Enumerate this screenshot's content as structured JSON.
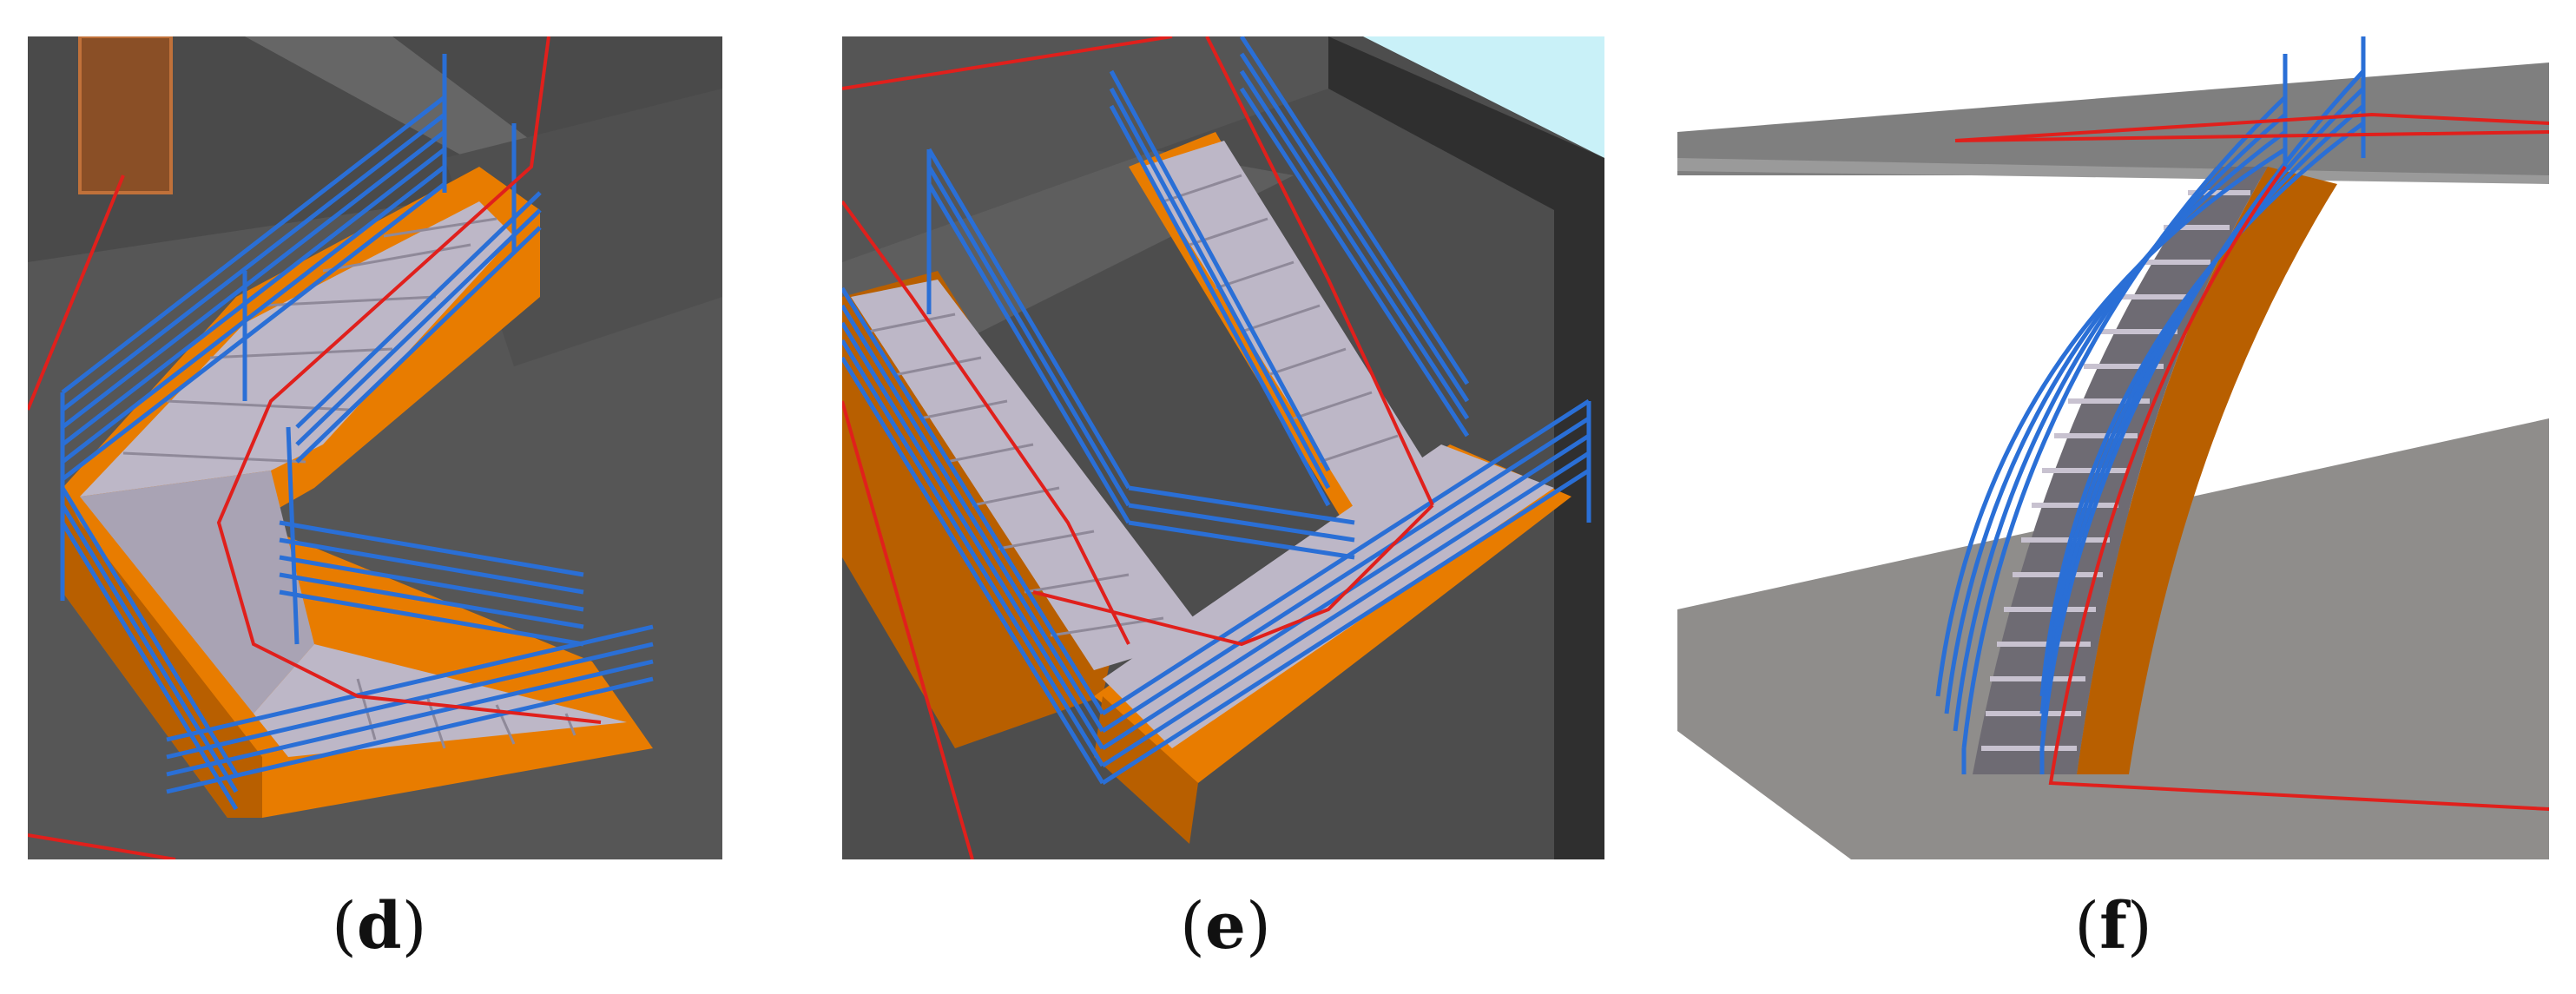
{
  "figure": {
    "colors": {
      "rail": "#2a6fd6",
      "stringer": "#e87c00",
      "stringer_dark": "#b85f00",
      "tread": "#bdb7c7",
      "tread_dark": "#9b95a6",
      "floor": "#5a5a5a",
      "floor_dark": "#3a3a3a",
      "path": "#e0201c",
      "sky": "#c9f1f8",
      "light_floor": "#8f8d8b",
      "white_bg": "#ffffff"
    },
    "panels": [
      {
        "id": "d",
        "caption": "d",
        "description_icon": "l-shaped-winder-stair"
      },
      {
        "id": "e",
        "caption": "e",
        "description_icon": "u-shaped-stair"
      },
      {
        "id": "f",
        "caption": "f",
        "description_icon": "curved-stair"
      }
    ]
  }
}
